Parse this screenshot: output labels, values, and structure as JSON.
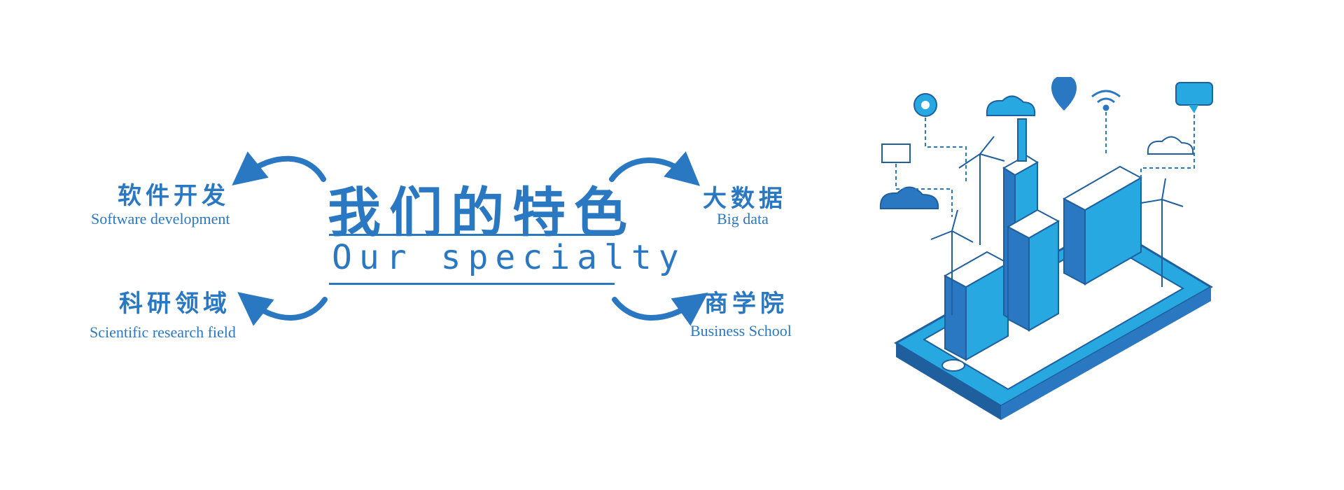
{
  "center": {
    "title_cn": "我们的特色",
    "title_en": "Our specialty"
  },
  "features": [
    {
      "cn": "软件开发",
      "en": "Software development"
    },
    {
      "cn": "大数据",
      "en": "Big data"
    },
    {
      "cn": "科研领域",
      "en": "Scientific research field"
    },
    {
      "cn": "商学院",
      "en": "Business School"
    }
  ],
  "colors": {
    "primary": "#2b78c2",
    "light": "#27a8e0",
    "dark": "#1f5f9e"
  },
  "icons": [
    "gear-icon",
    "cloud-icon",
    "location-pin-icon",
    "wifi-icon",
    "chat-bubble-icon",
    "mail-icon"
  ]
}
